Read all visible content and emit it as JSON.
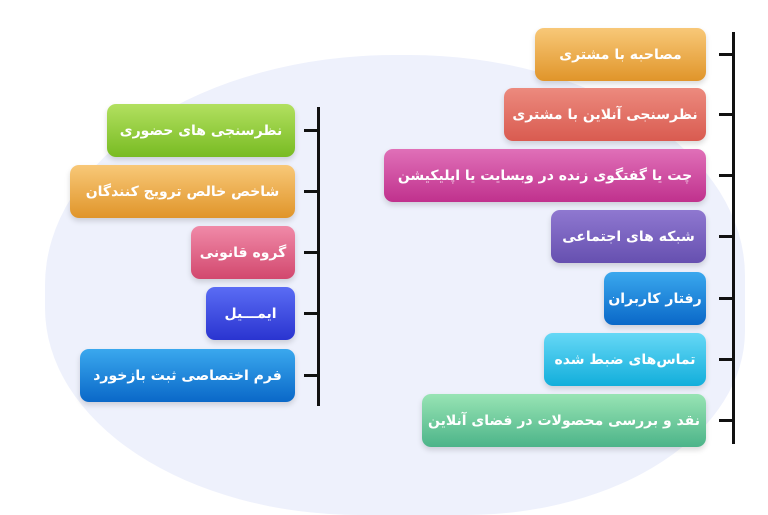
{
  "right_items": [
    {
      "label": "مصاحبه با مشتری",
      "color": [
        "#f8c878",
        "#e0952a"
      ]
    },
    {
      "label": "نظرسنجی آنلاین با مشتری",
      "color": [
        "#ec8a7e",
        "#d95b50"
      ]
    },
    {
      "label": "چت یا گفتگوی زنده در وبسایت یا اپلیکیشن",
      "color": [
        "#e070b8",
        "#c0318d"
      ]
    },
    {
      "label": "شبکه های اجتماعی",
      "color": [
        "#8f78d0",
        "#6650b0"
      ]
    },
    {
      "label": "رفتار کاربران",
      "color": [
        "#3aa8ee",
        "#0a68c8"
      ]
    },
    {
      "label": "تماس‌های ضبط شده",
      "color": [
        "#66d8f6",
        "#12aedb"
      ]
    },
    {
      "label": "نقد و بررسی محصولات در فضای آنلاین",
      "color": [
        "#98e4b4",
        "#4cb489"
      ]
    }
  ],
  "left_items": [
    {
      "label": "نظرسنجی های حضوری",
      "color": [
        "#b2e060",
        "#78bb22"
      ]
    },
    {
      "label": "شاخص خالص ترویج کنندگان",
      "color": [
        "#f8c878",
        "#e0952a"
      ]
    },
    {
      "label": "گروه قانونی",
      "color": [
        "#f08aa8",
        "#d2486e"
      ]
    },
    {
      "label": "ایمـــیل",
      "color": [
        "#5a6cf4",
        "#2a34d0"
      ]
    },
    {
      "label": "فرم اختصاصی ثبت بازخورد",
      "color": [
        "#3aa8ee",
        "#0a68c8"
      ]
    }
  ]
}
